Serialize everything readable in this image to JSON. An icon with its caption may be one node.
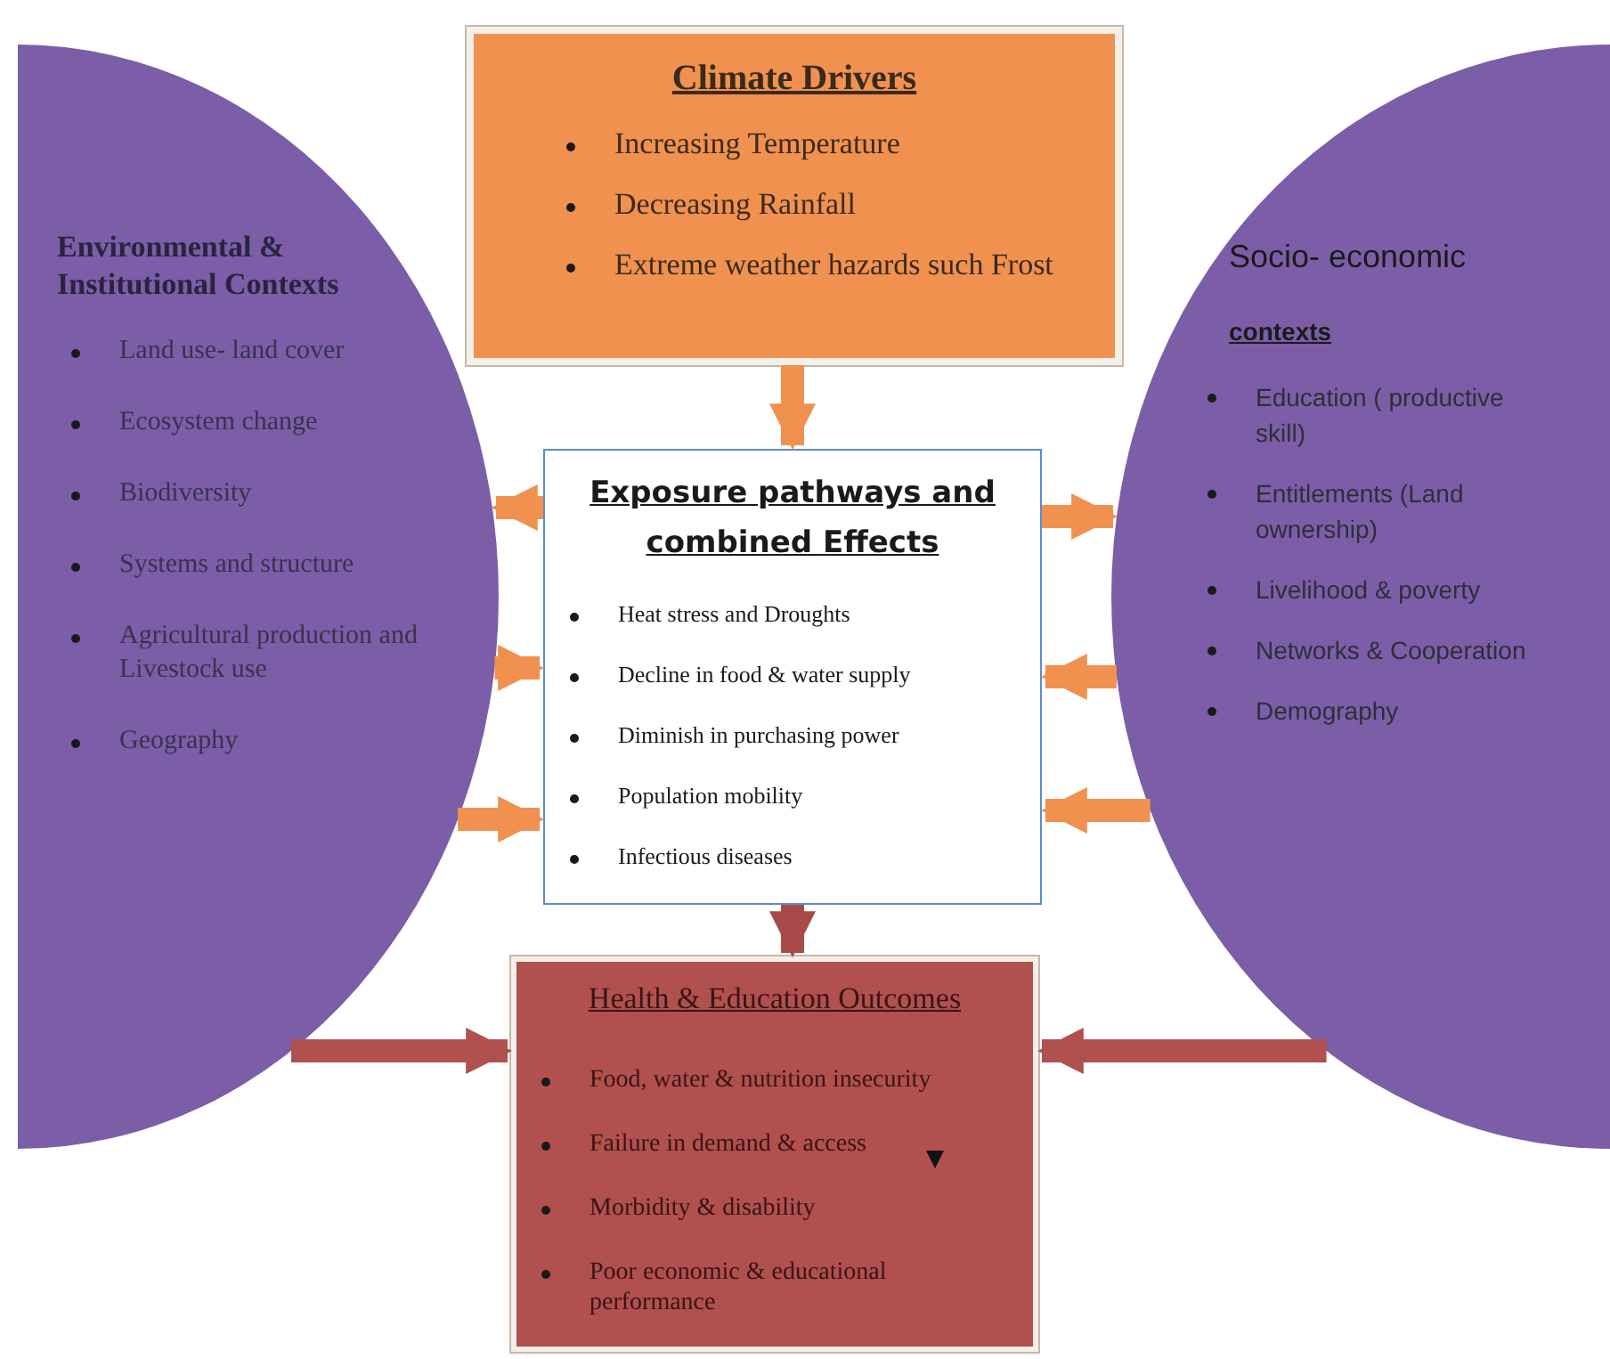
{
  "diagram": {
    "nodes": [
      {
        "text": [
          "Environmental & Institutional Contexts",
          "Land use- land cover",
          "Ecosystem change",
          "Biodiversity",
          "Systems and structure",
          "Agricultural production and Livestock use",
          "Geography"
        ]
      },
      {
        "text": [
          "Climate Drivers",
          "Increasing Temperature",
          "Decreasing Rainfall",
          "Extreme weather hazards such Frost"
        ]
      },
      {
        "text": [
          "Socio- economic",
          "contexts",
          "Education ( productive skill)",
          "Entitlements (Land ownership)",
          "Livelihood & poverty",
          "Networks & Cooperation",
          "Demography"
        ]
      },
      {
        "text": [
          "Exposure pathways and combined Effects",
          "Heat stress and Droughts",
          "Decline in food & water supply",
          "Diminish in purchasing power",
          "Population mobility",
          "Infectious diseases"
        ]
      },
      {
        "text": [
          "Health & Education Outcomes",
          "Food, water & nutrition insecurity",
          "Failure in demand & access",
          "Morbidity & disability",
          "Poor economic & educational performance"
        ]
      }
    ],
    "edges": [
      {
        "from": 1,
        "to": 3,
        "arrow": "to"
      },
      {
        "from": 3,
        "to": 4,
        "arrow": "to",
        "color": "#a94a4a"
      },
      {
        "from": 3,
        "to": 0,
        "arrow": "to"
      },
      {
        "from": 0,
        "to": 3,
        "arrow": "to"
      },
      {
        "from": 0,
        "to": 3,
        "arrow": "to"
      },
      {
        "from": 0,
        "to": 4,
        "arrow": "to",
        "color": "#b0504f"
      },
      {
        "from": 3,
        "to": 2,
        "arrow": "to"
      },
      {
        "from": 2,
        "to": 3,
        "arrow": "to"
      },
      {
        "from": 2,
        "to": 3,
        "arrow": "to"
      },
      {
        "from": 2,
        "to": 4,
        "arrow": "to",
        "color": "#b0504f"
      }
    ]
  }
}
